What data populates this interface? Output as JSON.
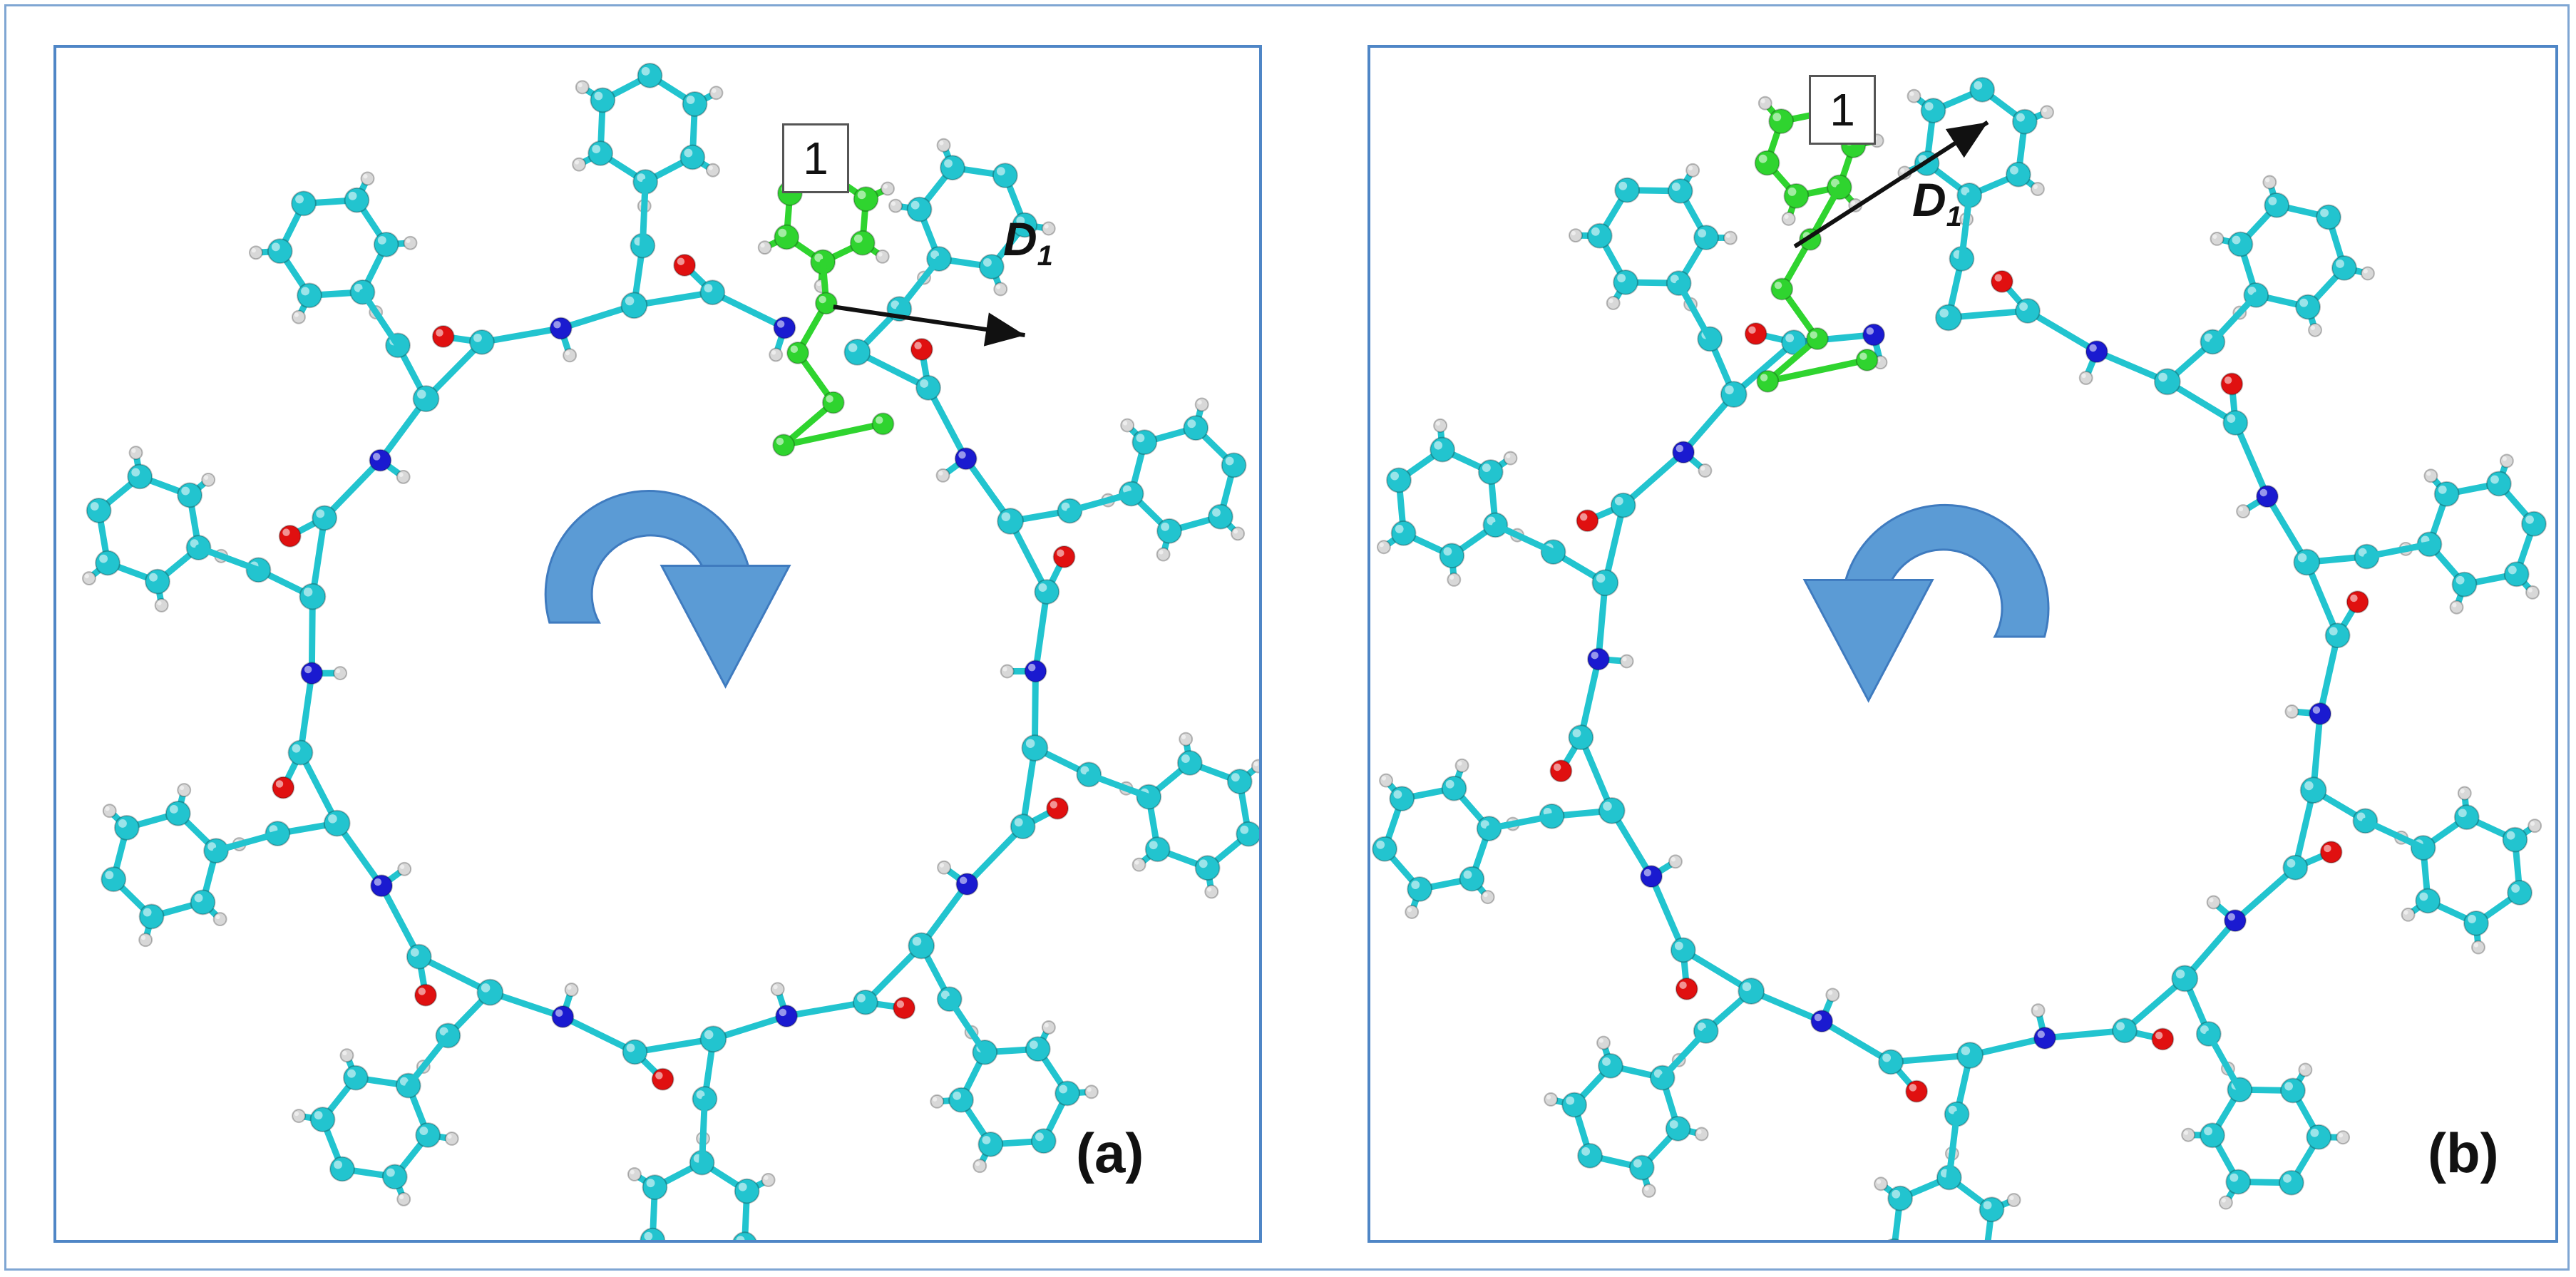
{
  "figure": {
    "panels": [
      {
        "id": "a",
        "letter": "(a)",
        "molecule_label": "1",
        "dipole_symbol": "D",
        "dipole_subscript": "1",
        "rotation": "clockwise"
      },
      {
        "id": "b",
        "letter": "(b)",
        "molecule_label": "1",
        "dipole_symbol": "D",
        "dipole_subscript": "1",
        "rotation": "counterclockwise"
      }
    ]
  },
  "colors": {
    "frame": "#7fa6d3",
    "panel_border": "#4f86c6",
    "ring_carbon": "#22c4cf",
    "guest_carbon": "#2fd42f",
    "oxygen": "#e01010",
    "nitrogen": "#1a1ad0",
    "hydrogen": "#d8d8d8",
    "rotation_arrow": "#5b9bd5"
  }
}
